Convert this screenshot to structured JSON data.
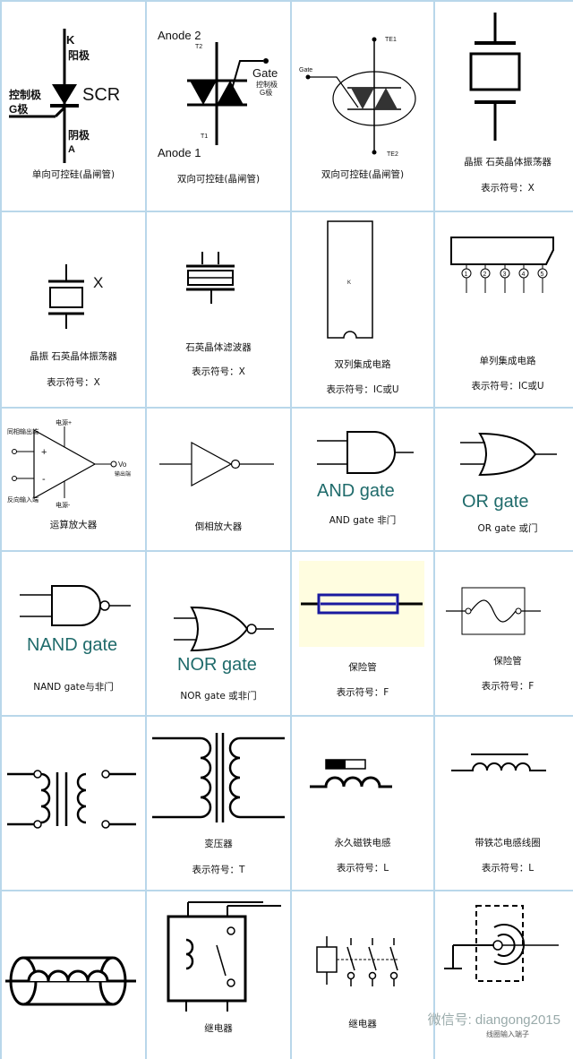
{
  "cells": [
    {
      "caption": "单向可控硅(晶闸管)",
      "labels": {
        "k": "K",
        "anode": "阳极",
        "gate": "控制极",
        "g": "G极",
        "cathode": "阴极",
        "a": "A",
        "scr": "SCR"
      }
    },
    {
      "caption": "双向可控硅(晶闸管)",
      "labels": {
        "anode2": "Anode 2",
        "t2": "T2",
        "gate": "Gate",
        "gate_cn": "控制极",
        "gate_g": "G极",
        "t1": "T1",
        "anode1": "Anode 1"
      }
    },
    {
      "caption": "双向可控硅(晶闸管)",
      "labels": {
        "te1": "TE1",
        "gate": "Gate",
        "te2": "TE2"
      }
    },
    {
      "caption": "晶振  石英晶体振荡器",
      "symbol": "表示符号：X"
    },
    {
      "caption": "晶振  石英晶体振荡器",
      "symbol": "表示符号：X",
      "labels": {
        "x": "X"
      }
    },
    {
      "caption": "石英晶体滤波器",
      "symbol": "表示符号：X"
    },
    {
      "caption": "双列集成电路",
      "symbol": "表示符号：IC或U",
      "labels": {
        "k": "K"
      }
    },
    {
      "caption": "单列集成电路",
      "symbol": "表示符号：IC或U",
      "labels": {
        "p1": "1",
        "p2": "2",
        "p3": "3",
        "p4": "4",
        "p5": "5"
      }
    },
    {
      "caption": "运算放大器",
      "labels": {
        "noninv": "同相输出端",
        "vplus": "电源+",
        "plus": "+",
        "minus": "-",
        "vo": "Vo",
        "out": "输出端",
        "inv": "反向输入端",
        "vminus": "电源-"
      }
    },
    {
      "caption": "倒相放大器"
    },
    {
      "caption": "AND gate 非门",
      "labels": {
        "big": "AND gate"
      }
    },
    {
      "caption": "OR gate 或门",
      "labels": {
        "big": "OR gate"
      }
    },
    {
      "caption": "NAND gate与非门",
      "labels": {
        "big": "NAND gate"
      }
    },
    {
      "caption": "NOR gate 或非门",
      "labels": {
        "big": "NOR gate"
      }
    },
    {
      "caption": "保险管",
      "symbol": "表示符号：F"
    },
    {
      "caption": "保险管",
      "symbol": "表示符号：F"
    },
    {
      "caption": ""
    },
    {
      "caption": "变压器",
      "symbol": "表示符号：T"
    },
    {
      "caption": "永久磁铁电感",
      "symbol": "表示符号：L"
    },
    {
      "caption": "带铁芯电感线圈",
      "symbol": "表示符号：L"
    },
    {
      "caption": ""
    },
    {
      "caption": "继电器"
    },
    {
      "caption": "继电器"
    },
    {
      "caption": "线圈输入端子"
    }
  ],
  "watermark": "微信号: diangong2015"
}
